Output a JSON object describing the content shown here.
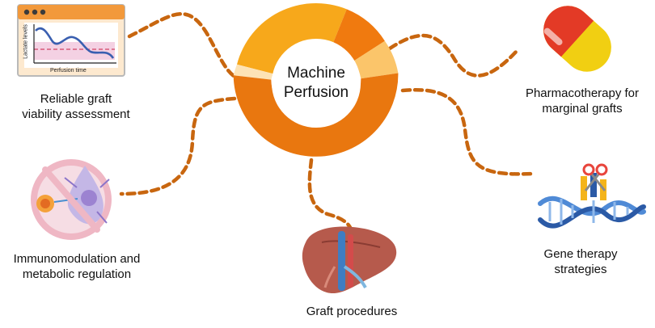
{
  "center": {
    "line1": "Machine",
    "line2": "Perfusion",
    "ring_colors": [
      "#f7a81b",
      "#f07a0f",
      "#fbc56a",
      "#fde3b5",
      "#e9770f"
    ]
  },
  "connector_color": "#c8660f",
  "nodes": {
    "viability": {
      "line1": "Reliable graft",
      "line2": "viability  assessment",
      "icon": "lactate-chart-window-icon",
      "chart_ylabel": "Lactate levels",
      "chart_xlabel": "Perfusion time"
    },
    "immuno": {
      "line1": "Immunomodulation and",
      "line2": "metabolic regulation",
      "icon": "immune-cell-prohibited-icon"
    },
    "graft": {
      "line1": "Graft procedures",
      "icon": "liver-icon"
    },
    "pharma": {
      "line1": "Pharmacotherapy for",
      "line2": "marginal grafts",
      "icon": "capsule-pill-icon"
    },
    "gene": {
      "line1": "Gene therapy",
      "line2": "strategies",
      "icon": "dna-scissors-icon"
    }
  }
}
